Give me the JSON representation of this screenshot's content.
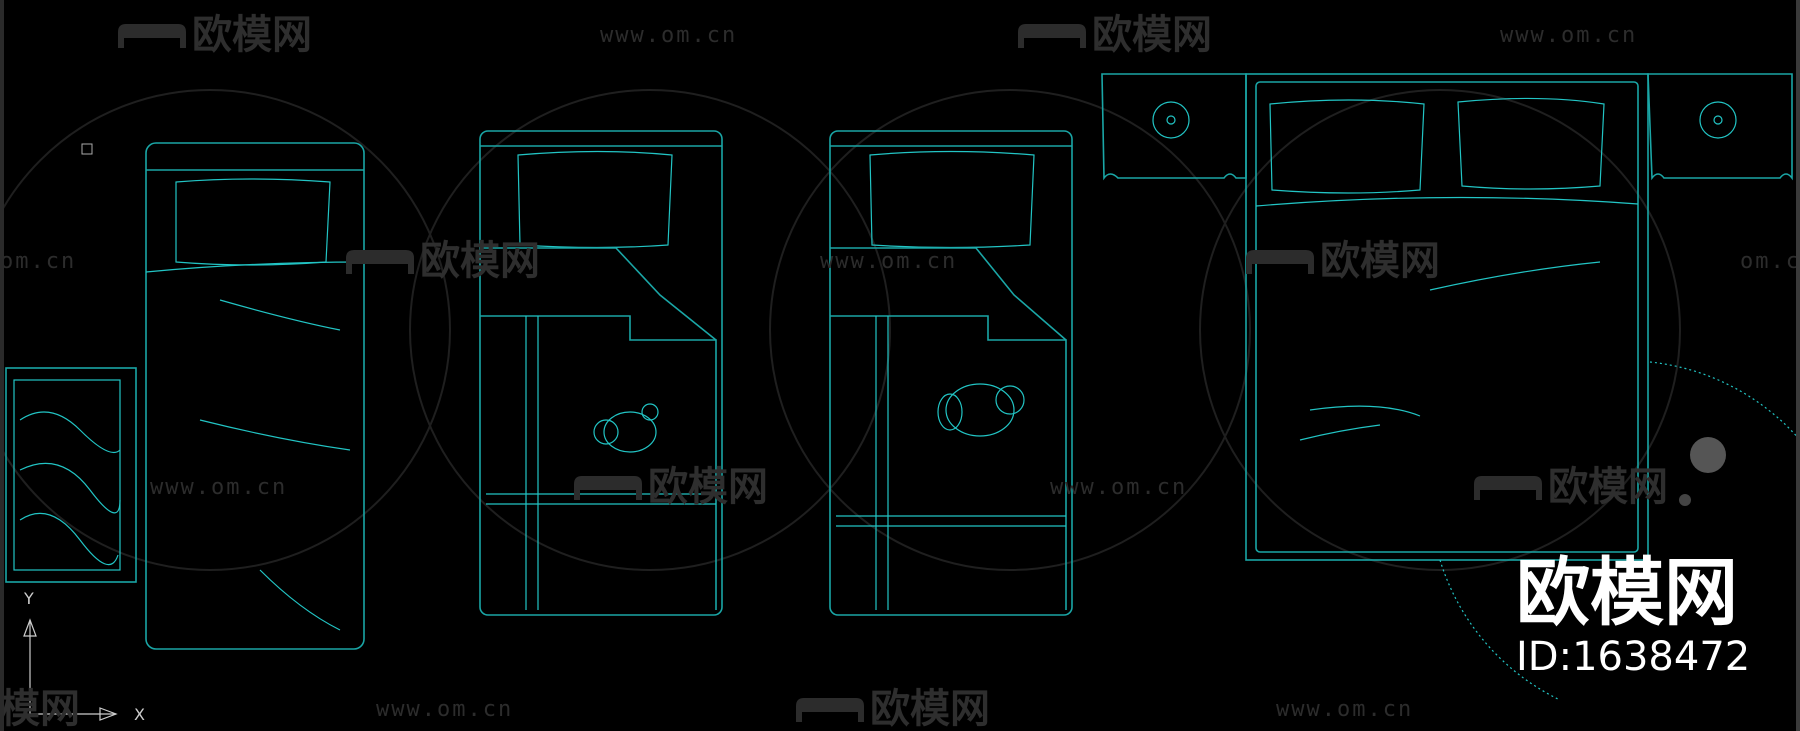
{
  "watermark": {
    "url": "www.om.cn",
    "url_partial": "om.cn",
    "cn": "欧模网",
    "cn_partial": "模网"
  },
  "brand": {
    "name": "欧模网",
    "id_label": "ID:1638472"
  },
  "axis": {
    "y_label": "Y",
    "x_label": "X"
  },
  "colors": {
    "background": "#000000",
    "linework": "#1aa6a6",
    "watermark": "#2c2c2c",
    "brand": "#ffffff"
  }
}
